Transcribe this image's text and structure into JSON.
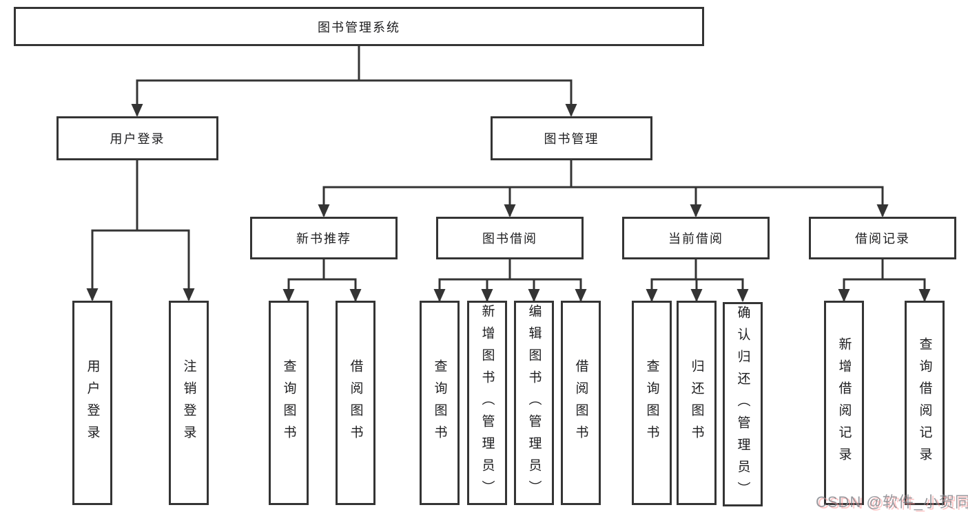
{
  "nodes": {
    "root": "图书管理系统",
    "user_login": "用户登录",
    "book_mgmt": "图书管理",
    "new_book": "新书推荐",
    "book_borrow": "图书借阅",
    "current_borrow": "当前借阅",
    "borrow_record": "借阅记录",
    "leaves": {
      "user_login": [
        "用户登录",
        "注销登录"
      ],
      "new_book": [
        "查询图书",
        "借阅图书"
      ],
      "book_borrow": [
        "查询图书",
        "新增图书（管理员）",
        "编辑图书（管理员）",
        "借阅图书"
      ],
      "current_borrow": [
        "查询图书",
        "归还图书",
        "确认归还（管理员）"
      ],
      "borrow_record": [
        "新增借阅记录",
        "查询借阅记录"
      ]
    }
  },
  "watermark": "CSDN @软件_小贺同学",
  "colors": {
    "background": "#ffffff",
    "line": "#343434",
    "ink": "#1d1d1f",
    "watermark_gray": "rgba(128,130,136,0.8)",
    "watermark_pink": "rgba(255,150,150,0.55)"
  }
}
